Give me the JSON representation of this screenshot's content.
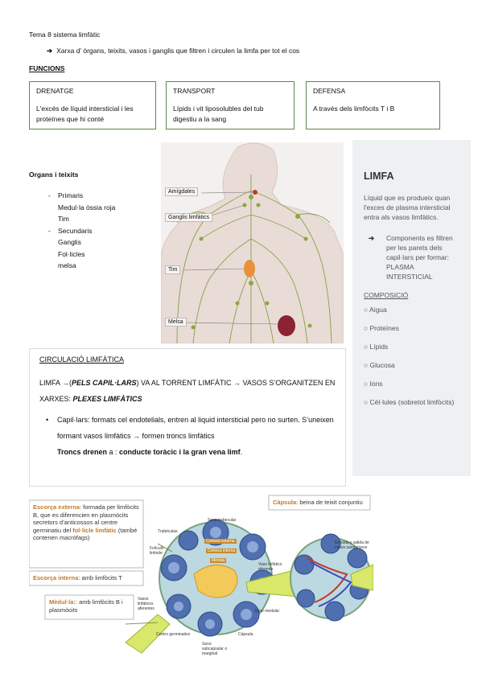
{
  "title": "Tema 8 sistema limfàtic",
  "intro": {
    "arrow": "➔",
    "text": "Xarxa d’ òrgans, teixits, vasos i ganglis que filtren i circulen la limfa per tot el cos"
  },
  "funcions": {
    "heading": "FUNCIONS",
    "boxes": [
      {
        "title": "DRENATGE",
        "text": "L'excés de líquid intersticial i les proteïnes que hi conté"
      },
      {
        "title": "TRANSPORT",
        "text": "Lípids i vit liposolubles del tub digestiu a la sang"
      },
      {
        "title": "DEFENSA",
        "text": "A través dels limfòcits T i B"
      }
    ]
  },
  "organs": {
    "heading": "Organs i teixits",
    "dash": "-",
    "primaris": "Primaris",
    "primaris_items": [
      "Medul·la òssia roja",
      "Tim"
    ],
    "secundaris": "Secundaris",
    "secundaris_items": [
      "Ganglis",
      "Fol·licles",
      "melsa"
    ]
  },
  "body_figure": {
    "labels": [
      "Amígdales",
      "Ganglis limfàtics",
      "Tim",
      "Melsa"
    ]
  },
  "limfa": {
    "heading": "LIMFA",
    "description": "Líquid que es produeix quan l'exces de plasma intersticial entra als vasos limfàtics.",
    "arrow": "➔",
    "components": "Components es filtren per les parets dels capil·lars per formar: PLASMA INTERSTICIAL",
    "composicio_heading": "COMPOSICIÓ",
    "items": [
      "○ Aigua",
      "○ Proteïnes",
      "○ Lípids",
      "○ Glucosa",
      "○ Ions",
      "○ Cèl·lules (sobretot limfòcits)"
    ]
  },
  "circulacio": {
    "heading": "CIRCULACIÓ LIMFÀTICA",
    "line1": "LIMFA →(",
    "line1_em": "PELS CAPIL·LARS",
    "line1b": ") VA AL TORRENT LIMFÀTIC → VASOS S’ORGANITZEN EN XARXES: ",
    "line1_em2": "PLEXES LIMFÀTICS",
    "bullet": "•",
    "bullet_text": "Capil·lars: formats cel endotelials, entren al liquid intersticial pero no surten. S’uneixen formant vasos limfàtics → formen troncs limfàtics",
    "troncs_bold": "Troncs drenen",
    "troncs_mid": " a : ",
    "troncs_bold2": "conducte toràcic i la gran vena limf",
    "troncs_end": "."
  },
  "node_figure": {
    "escorca_externa_bold": "Escorça externa",
    "escorca_externa_text": ": formada per limfòcits B, que es diferencien en plasmòcits secretors d’anticossos al centre germinatiu del ",
    "folicle_bold": "fol·licle limfàtic",
    "folicle_text": " (també contenen macròfags)",
    "escorca_interna_bold": "Escorça interna",
    "escorca_interna_text": ": amb limfòcits T",
    "medula_bold": "Mèdul·la:",
    "medula_text": ": amb limfòcits B i plasmòcits",
    "capsula_bold": "Càpsula",
    "capsula_text": ": beina de teixit conjuntiu",
    "labels": {
      "seno_trabecular": "Seno trabecular",
      "trabeculas": "Trabéculas",
      "corteza_externa": "Corteza externa",
      "corteza_interna": "Corteza interna",
      "medula": "Médula",
      "foliculo": "Folículo linfoide",
      "vaso_eferente": "Vaso linfático eferente",
      "vasos_aferentes": "Vasos linfáticos aferentes",
      "seno_medular": "Seno medular",
      "centro_germinativo": "Centro germinativo",
      "capsula": "Cápsula",
      "seno_subcapsular": "Seno subcapsular o marginal",
      "entrada_salida": "Entrada y salida de vasos sanguíneos"
    }
  }
}
